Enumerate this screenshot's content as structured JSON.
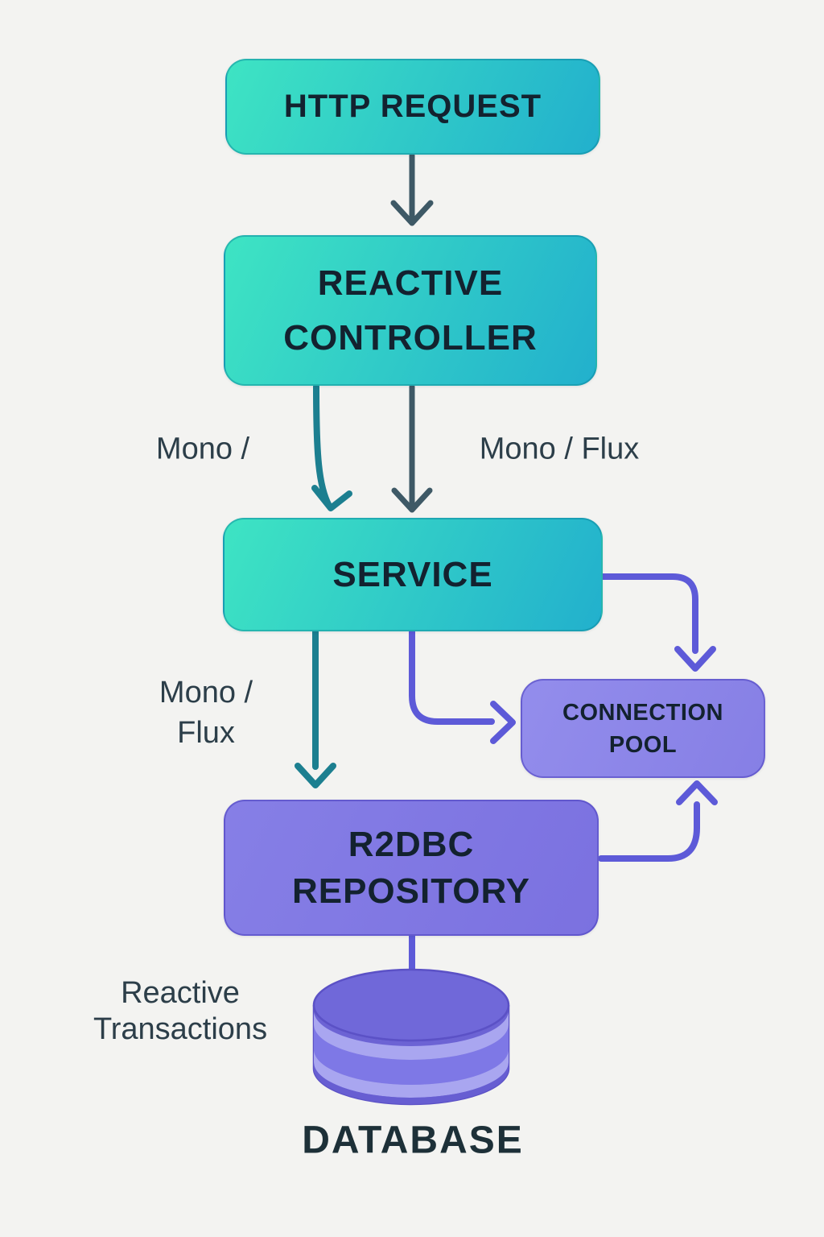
{
  "nodes": {
    "http_request": {
      "label": "HTTP REQUEST"
    },
    "controller": {
      "line1": "REACTIVE",
      "line2": "CONTROLLER"
    },
    "service": {
      "label": "SERVICE"
    },
    "pool": {
      "line1": "CONNECTION",
      "line2": "POOL"
    },
    "repository": {
      "line1": "R2DBC",
      "line2": "REPOSITORY"
    },
    "database": {
      "label": "DATABASE"
    }
  },
  "edge_labels": {
    "controller_to_service_left": "Mono /",
    "controller_to_service_right": "Mono / Flux",
    "service_to_repository_line1": "Mono /",
    "service_to_repository_line2": "Flux",
    "transactions_line1": "Reactive",
    "transactions_line2": "Transactions"
  },
  "icons": {
    "database_cylinder": "database-cylinder-icon"
  },
  "colors": {
    "background": "#f3f3f1",
    "teal_light": "#3ee4c3",
    "teal_dark": "#22b0cd",
    "purple_a": "#867fe6",
    "purple_b": "#7b71e0",
    "pool_a": "#938dec",
    "pool_b": "#867fe5",
    "arrow_slate": "#3e5966",
    "arrow_teal": "#1c7f90",
    "arrow_purple": "#5d5ad8",
    "text_dark": "#13222f",
    "label_color": "#2c3e49",
    "database_text": "#1d3038",
    "cyl_top": "#7068d9",
    "cyl_rim": "#6c63d4",
    "cyl_light": "#a9a6f0",
    "cyl_mid": "#7e78e6",
    "cyl_bottom": "#675ed2",
    "cyl_stroke": "#5b51c6"
  }
}
